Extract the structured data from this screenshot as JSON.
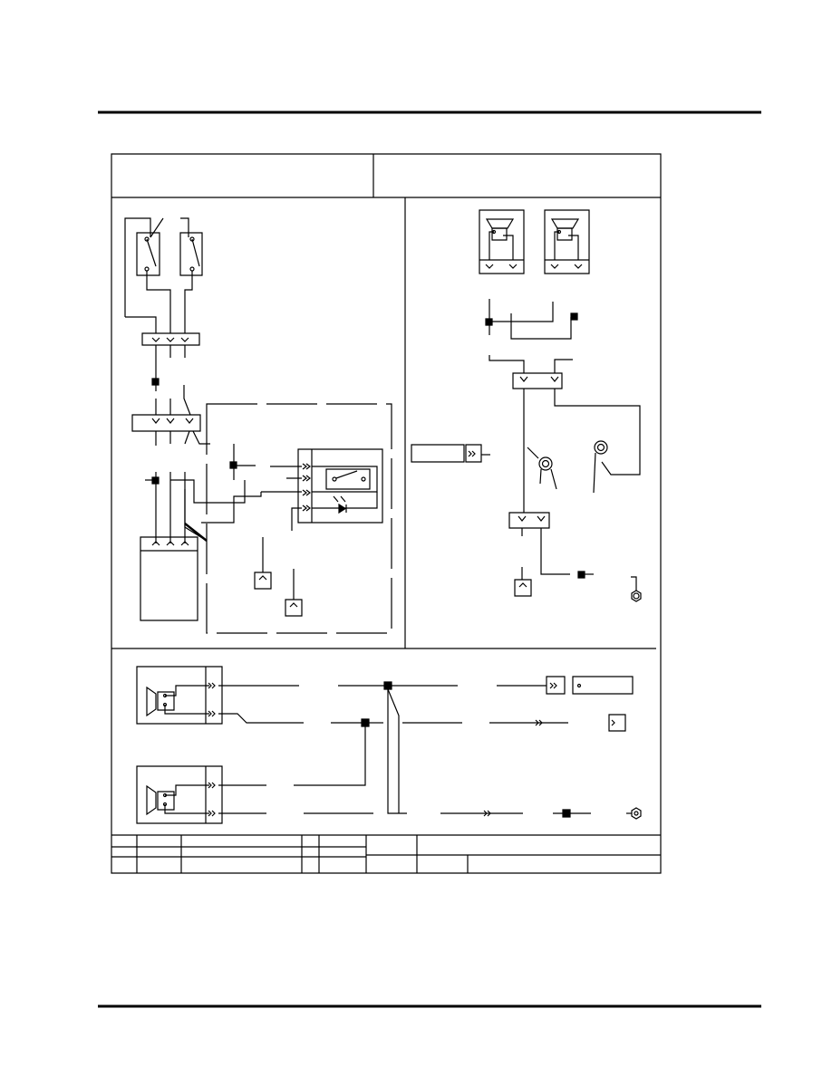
{
  "page": {
    "background": "#ffffff",
    "ink": "#000000"
  },
  "diagram": {
    "kind": "electrical-wiring-schematic",
    "panels": [
      "switch-and-relay-circuit",
      "speaker-and-grounds-circuit",
      "speaker-harness-circuit"
    ],
    "title_block": {
      "rows": 3,
      "text": ""
    }
  }
}
